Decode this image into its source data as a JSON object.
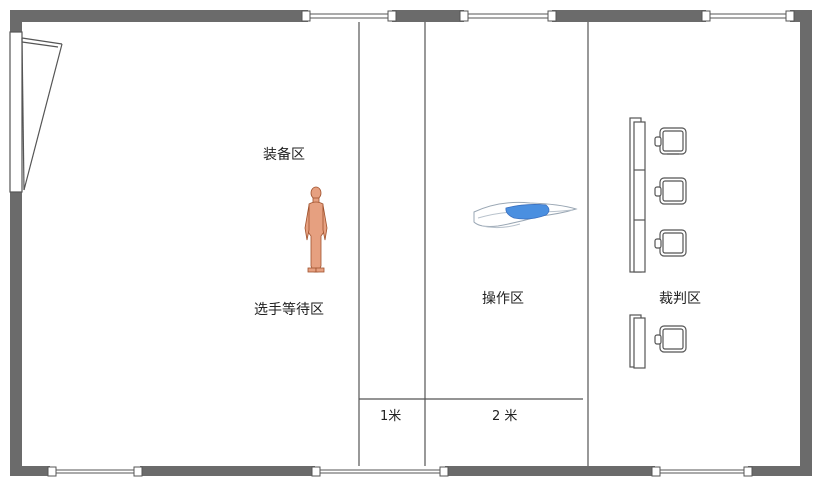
{
  "zones": {
    "equipment": "装备区",
    "waiting": "选手等待区",
    "operation": "操作区",
    "judges": "裁判区"
  },
  "dimensions": {
    "one_meter": "1米",
    "two_meter": "2 米"
  },
  "colors": {
    "wall": "#6b6b6b",
    "line": "#555555",
    "person": "#e6a080",
    "person_outline": "#a0522d",
    "mat": "#4a8fe0"
  }
}
